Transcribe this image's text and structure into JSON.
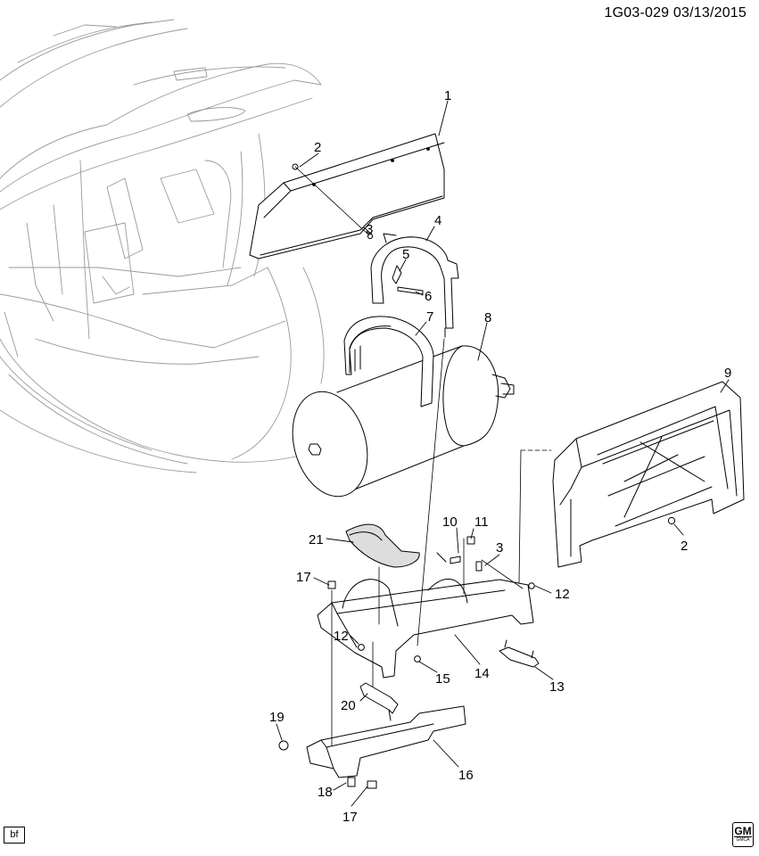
{
  "header": {
    "document_id": "1G03-029 03/13/2015"
  },
  "footer": {
    "author_tag": "bf",
    "logo_text": "GM",
    "logo_subtext": "GMCA"
  },
  "callouts": {
    "c1": "1",
    "c2a": "2",
    "c2b": "2",
    "c3a": "3",
    "c3b": "3",
    "c4": "4",
    "c5": "5",
    "c6": "6",
    "c7": "7",
    "c8": "8",
    "c9": "9",
    "c10": "10",
    "c11": "11",
    "c12a": "12",
    "c12b": "12",
    "c13": "13",
    "c14": "14",
    "c15": "15",
    "c16": "16",
    "c17a": "17",
    "c17b": "17",
    "c18": "18",
    "c19": "19",
    "c20": "20",
    "c21": "21"
  }
}
